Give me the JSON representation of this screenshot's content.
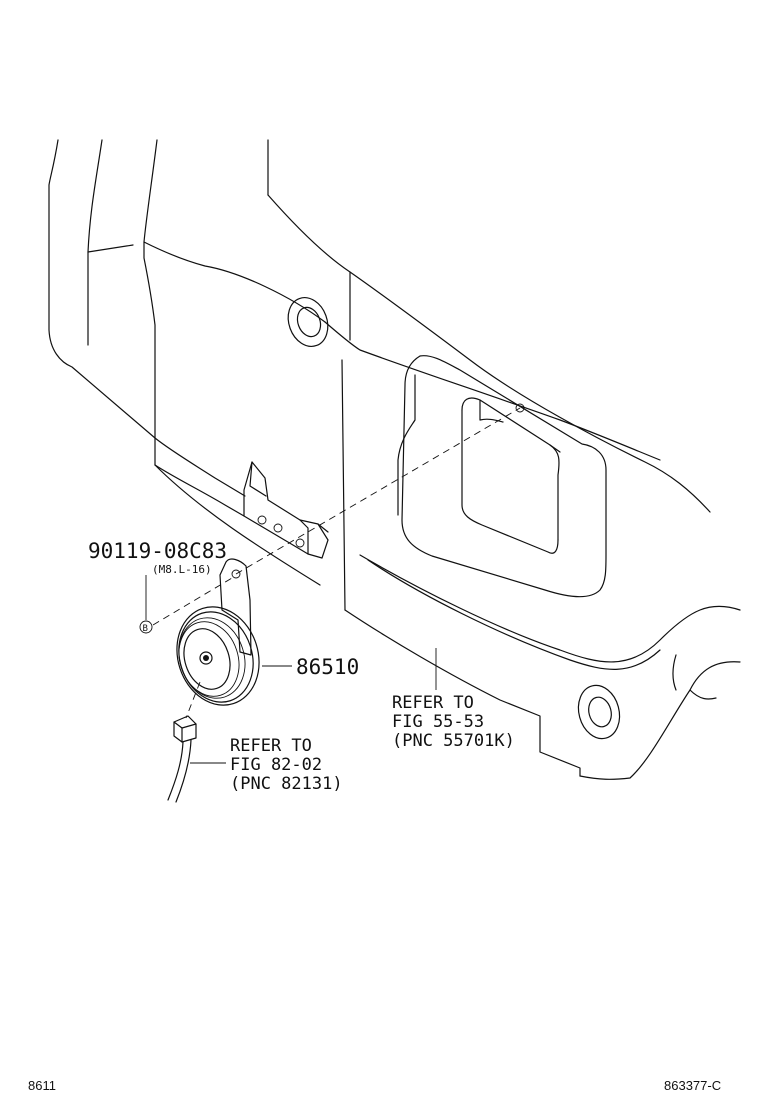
{
  "parts": {
    "bolt_number": "90119-08C83",
    "bolt_spec": "(M8.L-16)",
    "bolt_marker": "B",
    "horn_number": "86510"
  },
  "refs": {
    "wiring": {
      "line1": "REFER TO",
      "line2": "FIG 82-02",
      "line3": "(PNC 82131)"
    },
    "panel": {
      "line1": "REFER TO",
      "line2": "FIG 55-53",
      "line3": "(PNC 55701K)"
    }
  },
  "footer": {
    "left_code": "8611",
    "right_code": "863377-C"
  }
}
